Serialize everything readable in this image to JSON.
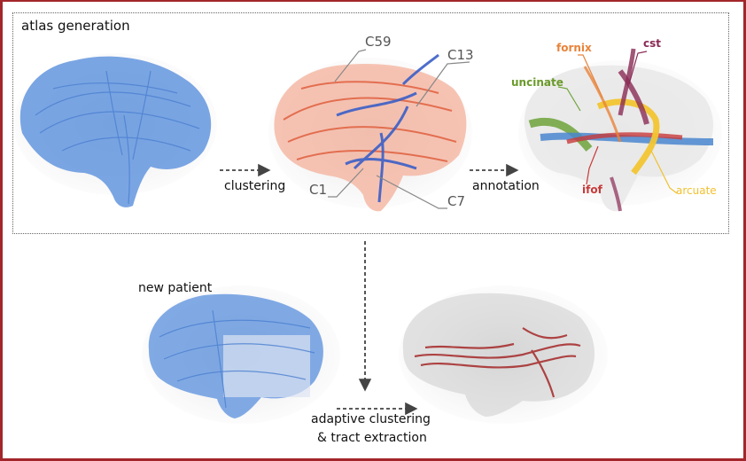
{
  "diagram": {
    "atlas_title": "atlas generation",
    "step_clustering": "clustering",
    "step_annotation": "annotation",
    "cluster_labels": [
      "C59",
      "C13",
      "C1",
      "C7"
    ],
    "tract_labels": {
      "fornix": "fornix",
      "cst": "cst",
      "uncinate": "uncinate",
      "ifof": "ifof",
      "arcuate": "arcuate"
    },
    "new_patient": "new patient",
    "adaptive_line1": "adaptive clustering",
    "adaptive_line2": "& tract extraction"
  },
  "colors": {
    "frame": "#a3262a",
    "tract_blue": "#5b8fd8",
    "cluster_red": "#e0503a",
    "cluster_blue": "#3a5fc8",
    "extracted_red": "#a83232",
    "fornix": "#e8833a",
    "cst": "#8a2a55",
    "uncinate": "#6a9a2a",
    "ifof": "#c83a3a",
    "arcuate": "#f0c030"
  }
}
